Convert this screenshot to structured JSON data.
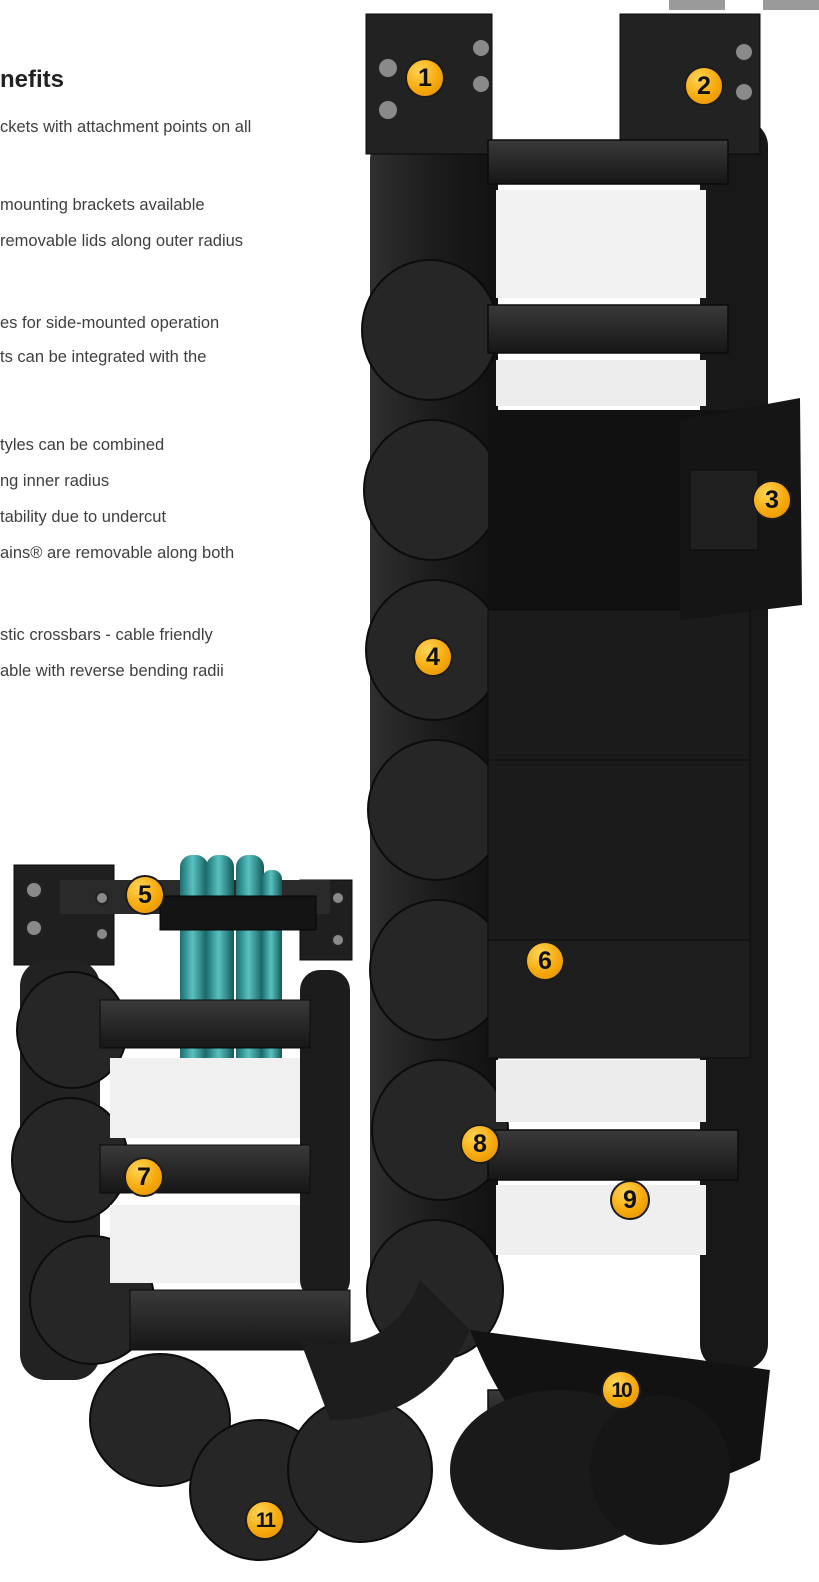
{
  "heading": "nefits",
  "benefits": [
    "ckets with attachment points on all",
    "mounting brackets available",
    "removable lids along outer radius",
    "es for side-mounted operation",
    "ts can be integrated with the",
    "tyles can be combined",
    "ng inner radius",
    "tability due to undercut",
    "ains® are removable along both",
    "stic crossbars - cable friendly",
    "able with reverse bending radii"
  ],
  "markers": [
    "1",
    "2",
    "3",
    "4",
    "5",
    "6",
    "7",
    "8",
    "9",
    "10",
    "11"
  ],
  "colors": {
    "chain": "#1e1e1e",
    "chain_highlight": "#3a3a3a",
    "marker_fill": "#f6a90c",
    "cable_teal": "#2a8c8c",
    "tab_gray": "#9a9a9a"
  }
}
